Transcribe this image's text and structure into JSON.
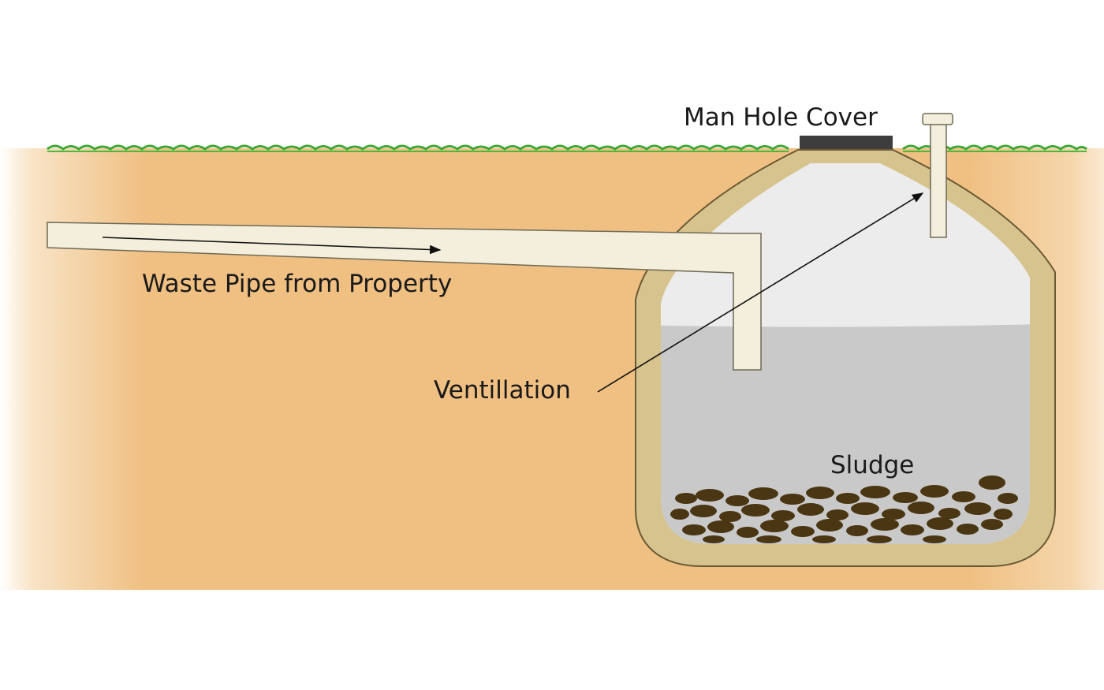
{
  "labels": {
    "manhole": "Man Hole Cover",
    "waste_pipe": "Waste Pipe from Property",
    "ventilation": "Ventillation",
    "sludge": "Sludge"
  },
  "colors": {
    "soil": "#f0c083",
    "grass": "#3fa634",
    "tank_wall": "#d7c38d",
    "tank_wall_edge": "#6b5a35",
    "air": "#ececec",
    "water": "#c9c9c9",
    "sludge": "#4a3612",
    "pipe": "#f3efdc",
    "cover": "#3d3d3d"
  }
}
